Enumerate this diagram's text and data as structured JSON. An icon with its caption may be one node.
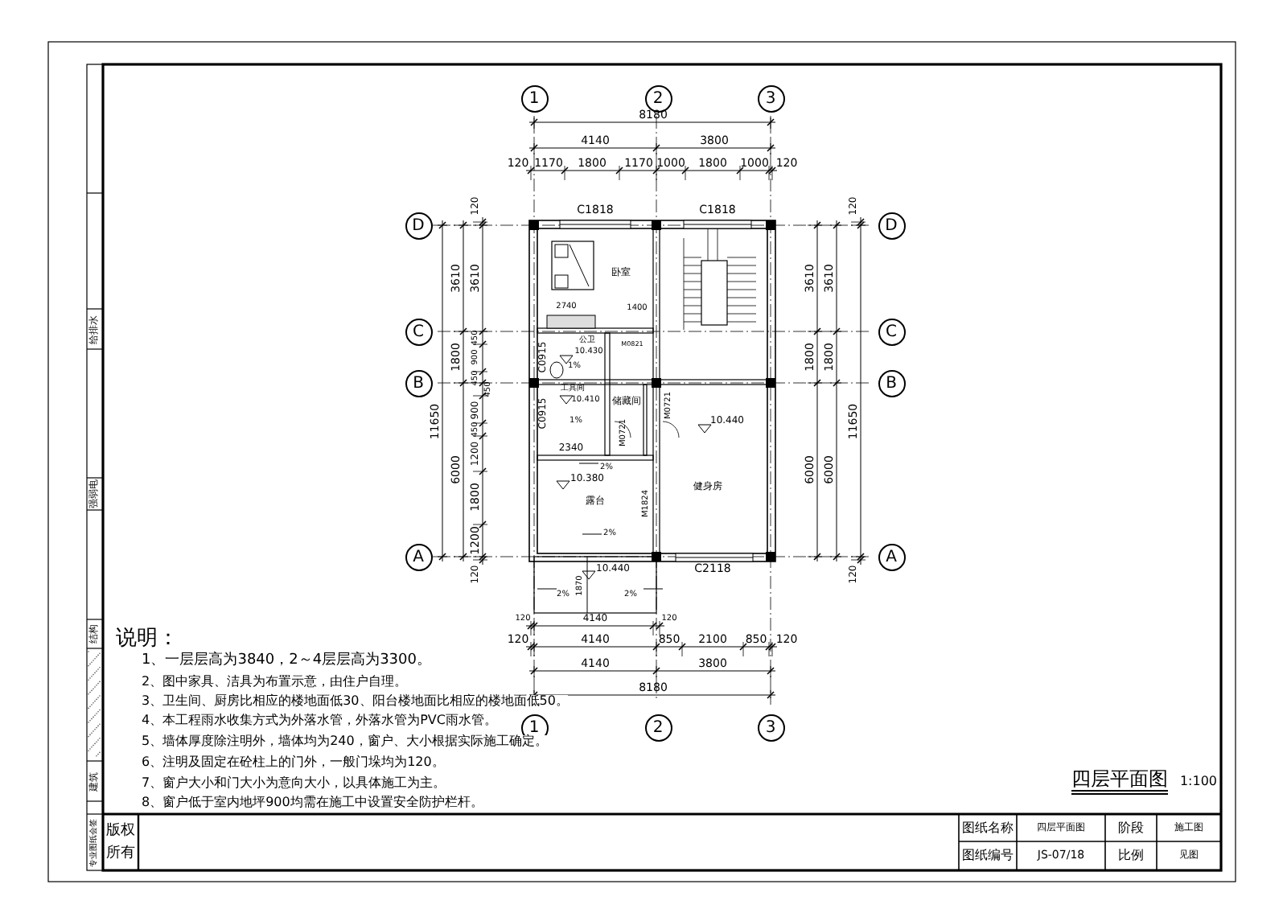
{
  "diagram": {
    "title": "四层平面图",
    "nodes": [
      {
        "text": [
          "1"
        ]
      },
      {
        "text": [
          "2"
        ]
      },
      {
        "text": [
          "3"
        ]
      },
      {
        "text": [
          "D"
        ]
      },
      {
        "text": [
          "D"
        ]
      },
      {
        "text": [
          "C"
        ]
      },
      {
        "text": [
          "C"
        ]
      },
      {
        "text": [
          "B"
        ]
      },
      {
        "text": [
          "B"
        ]
      },
      {
        "text": [
          "A"
        ]
      },
      {
        "text": [
          "A"
        ]
      },
      {
        "text": [
          "1"
        ]
      },
      {
        "text": [
          "2"
        ]
      },
      {
        "text": [
          "3"
        ]
      }
    ],
    "labels": [
      "8180",
      "4140",
      "3800",
      "120",
      "1170",
      "1800",
      "1170",
      "1000",
      "1800",
      "1000",
      "120",
      "C1818",
      "C1818",
      "120",
      "3610",
      "3610",
      "1800",
      "450",
      "900",
      "450",
      "11650",
      "450",
      "900",
      "450",
      "1200",
      "6000",
      "1800",
      "1200",
      "120",
      "120",
      "3610",
      "3610",
      "1800",
      "1800",
      "11650",
      "6000",
      "6000",
      "120",
      "卧室",
      "2740",
      "1400",
      "M0821",
      "C0915",
      "公卫",
      "1%",
      "10.430",
      "C0915",
      "工具间",
      "10.410",
      "1%",
      "储藏间",
      "M0721",
      "M0721",
      "10.440",
      "2340",
      "2%",
      "10.380",
      "露台",
      "M1824",
      "健身房",
      "2%",
      "C2118",
      "1870",
      "10.440",
      "2%",
      "2%",
      "120",
      "4140",
      "120",
      "120",
      "4140",
      "850",
      "2100",
      "850",
      "120",
      "4140",
      "3800",
      "8180",
      "说明：",
      "1、一层层高为3840，2～4层层高为3300。",
      "2、图中家具、洁具为布置示意，由住户自理。",
      "3、卫生间、厨房比相应的楼地面低30、阳台楼地面比相应的楼地面低50。",
      "4、本工程雨水收集方式为外落水管，外落水管为PVC雨水管。",
      "5、墙体厚度除注明外，墙体均为240，窗户、大小根据实际施工确定。",
      "6、注明及固定在砼柱上的门外，一般门垛均为120。",
      "7、窗户大小和门大小为意向大小，以具体施工为主。",
      "8、窗户低于室内地坪900均需在施工中设置安全防护栏杆。",
      "1:100",
      "版权所有",
      "图纸名称",
      "四层平面图",
      "阶段",
      "施工图",
      "图纸编号",
      "JS-07/18",
      "比例",
      "见图",
      "给排水",
      "强弱电",
      "结构",
      "建筑",
      "专业图纸会签"
    ]
  }
}
